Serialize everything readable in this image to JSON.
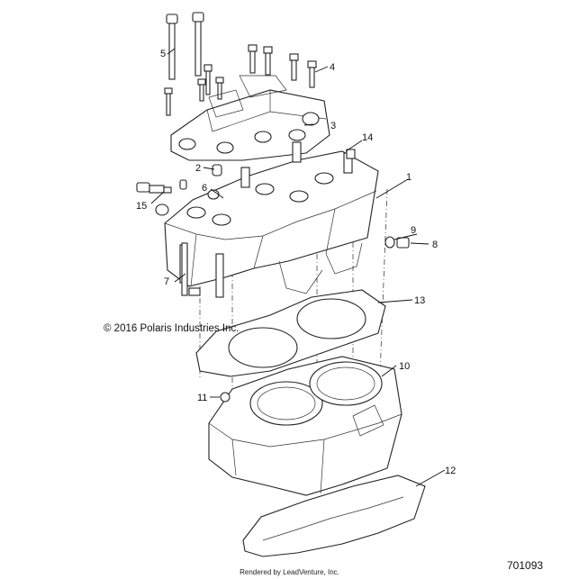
{
  "copyright": "© 2016 Polaris Industries Inc.",
  "diagram_number": "701093",
  "rendered_by": "Rendered by LeadVenture, Inc.",
  "callouts": {
    "c1": "1",
    "c2": "2",
    "c3": "3",
    "c4": "4",
    "c5": "5",
    "c6": "6",
    "c7": "7",
    "c8": "8",
    "c9": "9",
    "c10": "10",
    "c11": "11",
    "c12": "12",
    "c13": "13",
    "c14": "14",
    "c15": "15"
  }
}
